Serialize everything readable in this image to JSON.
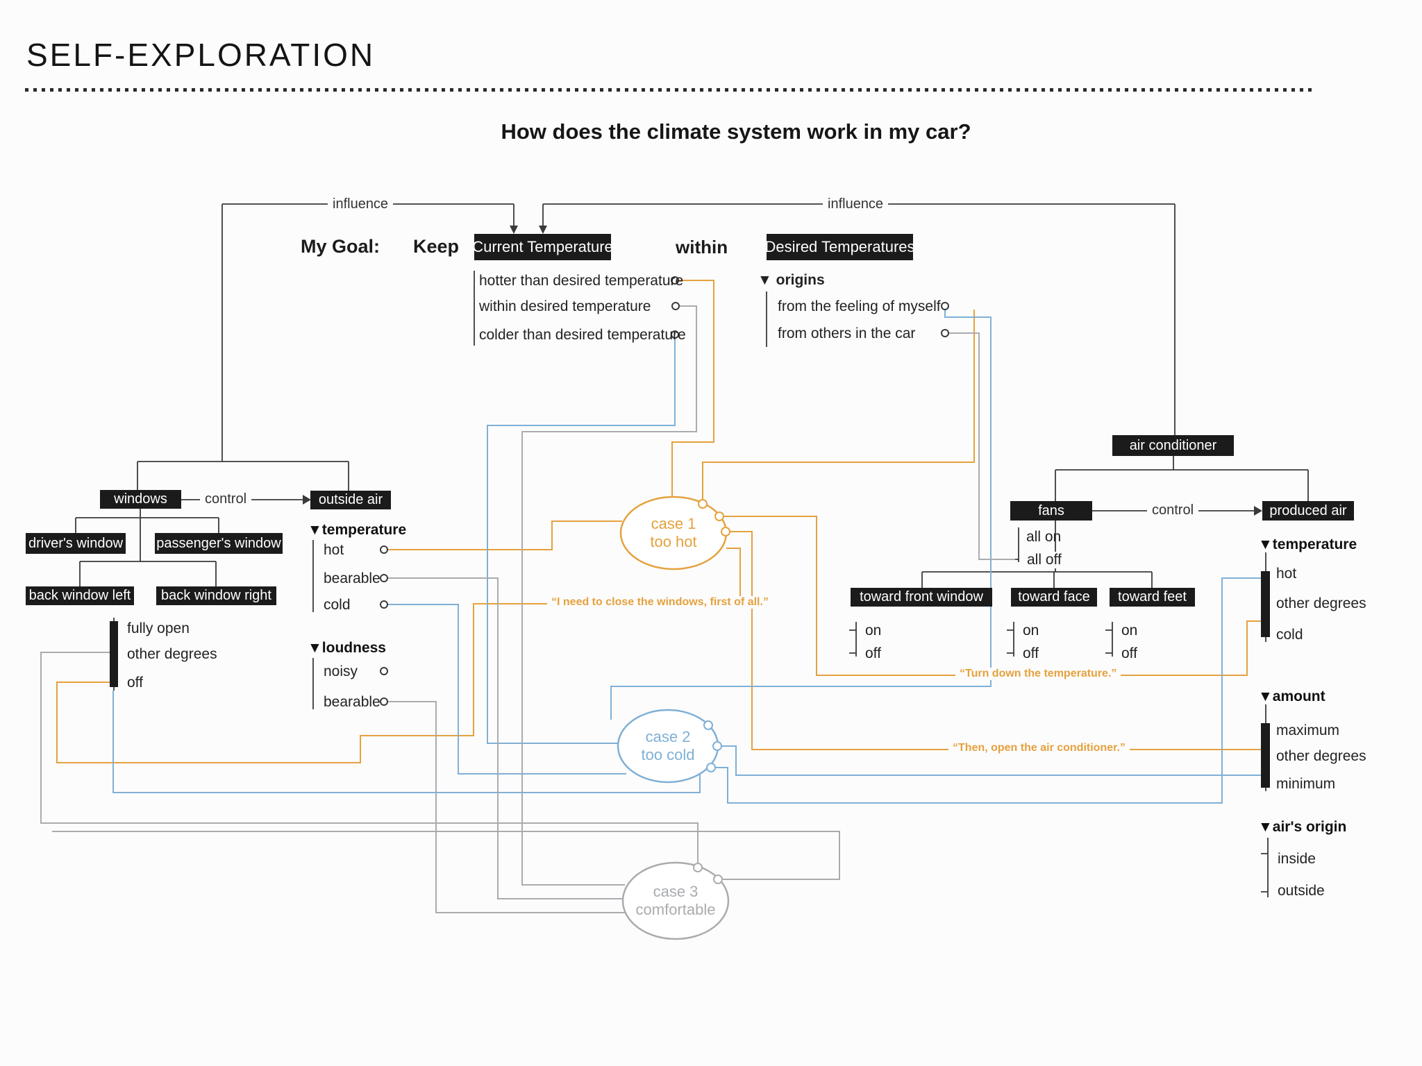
{
  "page": {
    "title": "SELF-EXPLORATION",
    "question": "How does the climate system work in my car?"
  },
  "influence": {
    "left": "influence",
    "right": "influence"
  },
  "goal": {
    "prefix": "My Goal:",
    "keep": "Keep",
    "current": "Current Temperature",
    "within": "within",
    "desired": "Desired Temperatures"
  },
  "current_states": [
    "hotter than desired temperature",
    "within desired temperature",
    "colder than desired temperature"
  ],
  "origins": {
    "header": "▼ origins",
    "items": [
      "from the feeling of myself",
      "from others in the car"
    ]
  },
  "windows": {
    "label": "windows",
    "control": "control",
    "children": [
      "driver's window",
      "passenger's window",
      "back window left",
      "back window right"
    ],
    "states": [
      "fully open",
      "other degrees",
      "off"
    ]
  },
  "outside_air": {
    "label": "outside air",
    "temp_header": "▼temperature",
    "temp": [
      "hot",
      "bearable",
      "cold"
    ],
    "loud_header": "▼loudness",
    "loud": [
      "noisy",
      "bearable"
    ]
  },
  "ac": {
    "label": "air conditioner",
    "fans": "fans",
    "control": "control",
    "produced": "produced air",
    "fan_states": [
      "all on",
      "all off"
    ],
    "directions": [
      "toward front window",
      "toward face",
      "toward feet"
    ],
    "on": "on",
    "off": "off",
    "temp_header": "▼temperature",
    "temp": [
      "hot",
      "other degrees",
      "cold"
    ],
    "amount_header": "▼amount",
    "amount": [
      "maximum",
      "other degrees",
      "minimum"
    ],
    "origin_header": "▼air's origin",
    "origin": [
      "inside",
      "outside"
    ]
  },
  "cases": [
    {
      "title": "case 1",
      "sub": "too hot"
    },
    {
      "title": "case 2",
      "sub": "too cold"
    },
    {
      "title": "case 3",
      "sub": "comfortable"
    }
  ],
  "quotes": [
    "“I need to close the windows, first of all.”",
    "“Turn down the temperature.”",
    "“Then, open the air conditioner.”"
  ],
  "colors": {
    "orange": "#E5A13D",
    "blue": "#7FB0D6",
    "gray": "#A9ABAE",
    "ink": "#1B1B1B"
  }
}
